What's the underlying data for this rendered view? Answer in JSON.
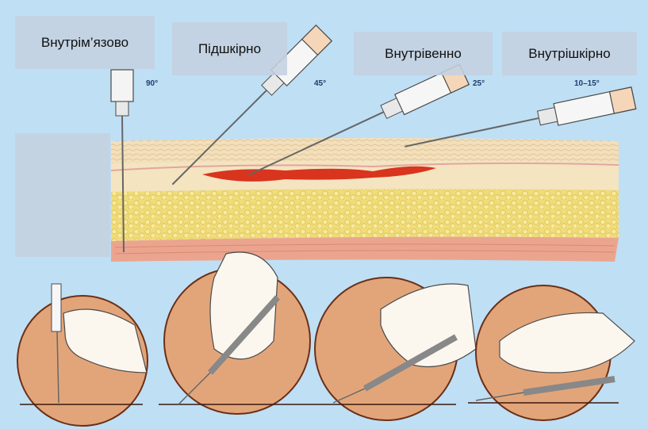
{
  "labels": {
    "intramuscular": "Внутрім’язово",
    "subcutaneous": "Підшкірно",
    "intravenous": "Внутрівенно",
    "intradermal": "Внутрішкірно"
  },
  "angles": {
    "intramuscular": "90°",
    "subcutaneous": "45°",
    "intravenous": "25°",
    "intradermal": "10–15°"
  },
  "colors": {
    "background": "#bfdff5",
    "skin_top": "#f0cfae",
    "fat": "#f3e07a",
    "muscle": "#e8a08a",
    "vein": "#d9341e",
    "circle": "#e2a57a",
    "label_box": "#c4d2e0"
  }
}
